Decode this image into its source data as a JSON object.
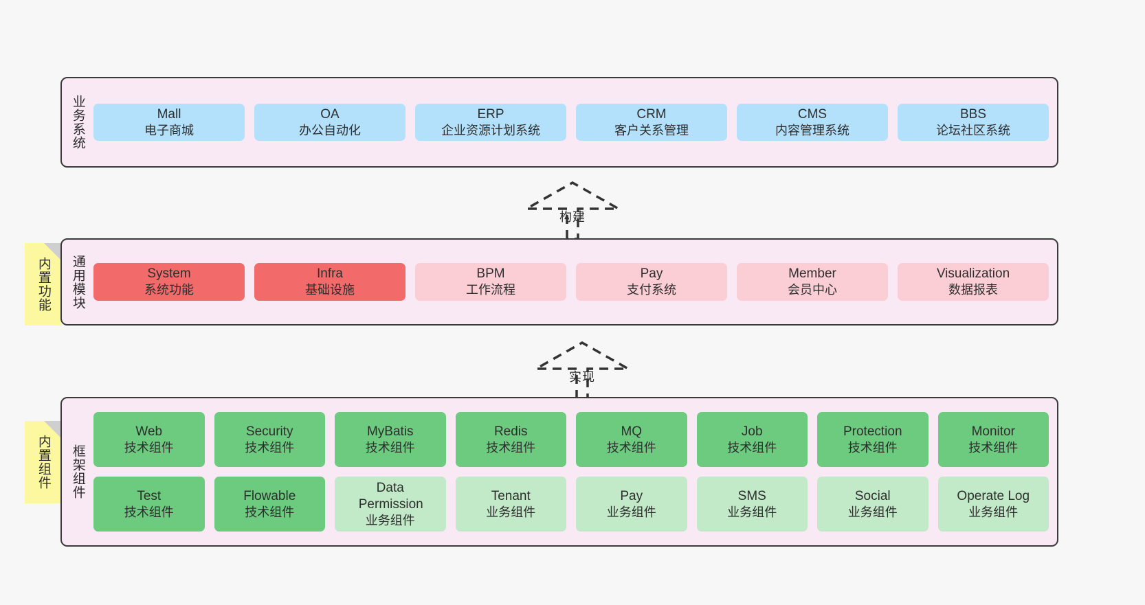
{
  "diagram": {
    "background": "#f7f7f7",
    "colors": {
      "layer_bg": "#f9e9f5",
      "layer_border": "#3a3a3a",
      "blue": "#b3e0fb",
      "red": "#f26a6a",
      "pink": "#fbcdd4",
      "green": "#6ccb7f",
      "light_green": "#c2e9c8",
      "sticky": "#fcf8a0",
      "sticky_fold": "#cfcfcf"
    }
  },
  "layers": [
    {
      "id": "business-system",
      "label": "业务系统",
      "rows": [
        {
          "cards": [
            {
              "title": "Mall",
              "sub": "电子商城",
              "color": "blue"
            },
            {
              "title": "OA",
              "sub": "办公自动化",
              "color": "blue"
            },
            {
              "title": "ERP",
              "sub": "企业资源计划系统",
              "color": "blue"
            },
            {
              "title": "CRM",
              "sub": "客户关系管理",
              "color": "blue"
            },
            {
              "title": "CMS",
              "sub": "内容管理系统",
              "color": "blue"
            },
            {
              "title": "BBS",
              "sub": "论坛社区系统",
              "color": "blue"
            }
          ]
        }
      ]
    },
    {
      "id": "common-module",
      "label": "通用模块",
      "sticky": "内置功能",
      "rows": [
        {
          "cards": [
            {
              "title": "System",
              "sub": "系统功能",
              "color": "red"
            },
            {
              "title": "Infra",
              "sub": "基础设施",
              "color": "red"
            },
            {
              "title": "BPM",
              "sub": "工作流程",
              "color": "pink"
            },
            {
              "title": "Pay",
              "sub": "支付系统",
              "color": "pink"
            },
            {
              "title": "Member",
              "sub": "会员中心",
              "color": "pink"
            },
            {
              "title": "Visualization",
              "sub": "数据报表",
              "color": "pink"
            }
          ]
        }
      ]
    },
    {
      "id": "framework-component",
      "label": "框架组件",
      "sticky": "内置组件",
      "rows": [
        {
          "cards": [
            {
              "title": "Web",
              "sub": "技术组件",
              "color": "green"
            },
            {
              "title": "Security",
              "sub": "技术组件",
              "color": "green"
            },
            {
              "title": "MyBatis",
              "sub": "技术组件",
              "color": "green"
            },
            {
              "title": "Redis",
              "sub": "技术组件",
              "color": "green"
            },
            {
              "title": "MQ",
              "sub": "技术组件",
              "color": "green"
            },
            {
              "title": "Job",
              "sub": "技术组件",
              "color": "green"
            },
            {
              "title": "Protection",
              "sub": "技术组件",
              "color": "green"
            },
            {
              "title": "Monitor",
              "sub": "技术组件",
              "color": "green"
            }
          ]
        },
        {
          "cards": [
            {
              "title": "Test",
              "sub": "技术组件",
              "color": "green"
            },
            {
              "title": "Flowable",
              "sub": "技术组件",
              "color": "green"
            },
            {
              "title": "Data Permission",
              "sub": "业务组件",
              "color": "lgreen"
            },
            {
              "title": "Tenant",
              "sub": "业务组件",
              "color": "lgreen"
            },
            {
              "title": "Pay",
              "sub": "业务组件",
              "color": "lgreen"
            },
            {
              "title": "SMS",
              "sub": "业务组件",
              "color": "lgreen"
            },
            {
              "title": "Social",
              "sub": "业务组件",
              "color": "lgreen"
            },
            {
              "title": "Operate Log",
              "sub": "业务组件",
              "color": "lgreen"
            }
          ]
        }
      ]
    }
  ],
  "connectors": [
    {
      "id": "build",
      "label": "构建"
    },
    {
      "id": "implement",
      "label": "实现"
    }
  ]
}
